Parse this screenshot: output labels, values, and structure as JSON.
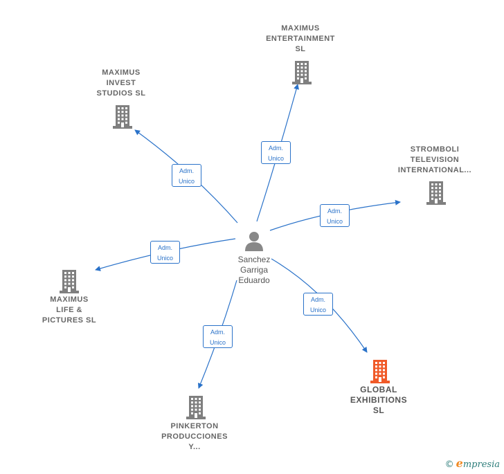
{
  "person": {
    "name_lines": [
      "Sanchez",
      "Garriga",
      "Eduardo"
    ],
    "icon": "person-icon",
    "color": "#888888"
  },
  "companies": [
    {
      "id": "maximus-entertainment",
      "name_lines": [
        "MAXIMUS",
        "ENTERTAINMENT",
        "SL"
      ],
      "highlight": false
    },
    {
      "id": "maximus-invest-studios",
      "name_lines": [
        "MAXIMUS",
        "INVEST",
        "STUDIOS  SL"
      ],
      "highlight": false
    },
    {
      "id": "stromboli-television",
      "name_lines": [
        "STROMBOLI",
        "TELEVISION",
        "INTERNATIONAL..."
      ],
      "highlight": false
    },
    {
      "id": "maximus-life-pictures",
      "name_lines": [
        "MAXIMUS",
        "LIFE &",
        "PICTURES  SL"
      ],
      "highlight": false
    },
    {
      "id": "pinkerton-producciones",
      "name_lines": [
        "PINKERTON",
        "PRODUCCIONES",
        "Y..."
      ],
      "highlight": false
    },
    {
      "id": "global-exhibitions",
      "name_lines": [
        "GLOBAL",
        "EXHIBITIONS",
        "SL"
      ],
      "highlight": true
    }
  ],
  "relations": [
    {
      "to": "maximus-entertainment",
      "lines": [
        "Adm.",
        "Unico"
      ]
    },
    {
      "to": "maximus-invest-studios",
      "lines": [
        "Adm.",
        "Unico"
      ]
    },
    {
      "to": "stromboli-television",
      "lines": [
        "Adm.",
        "Unico"
      ]
    },
    {
      "to": "maximus-life-pictures",
      "lines": [
        "Adm.",
        "Unico"
      ]
    },
    {
      "to": "pinkerton-producciones",
      "lines": [
        "Adm.",
        "Unico"
      ]
    },
    {
      "to": "global-exhibitions",
      "lines": [
        "Adm.",
        "Unico"
      ]
    }
  ],
  "colors": {
    "edge": "#2a72c9",
    "building": "#7f7f7f",
    "building_highlight": "#f05a28"
  },
  "watermark": {
    "copyright": "©",
    "brand_initial": "e",
    "brand_rest": "mpresia"
  }
}
